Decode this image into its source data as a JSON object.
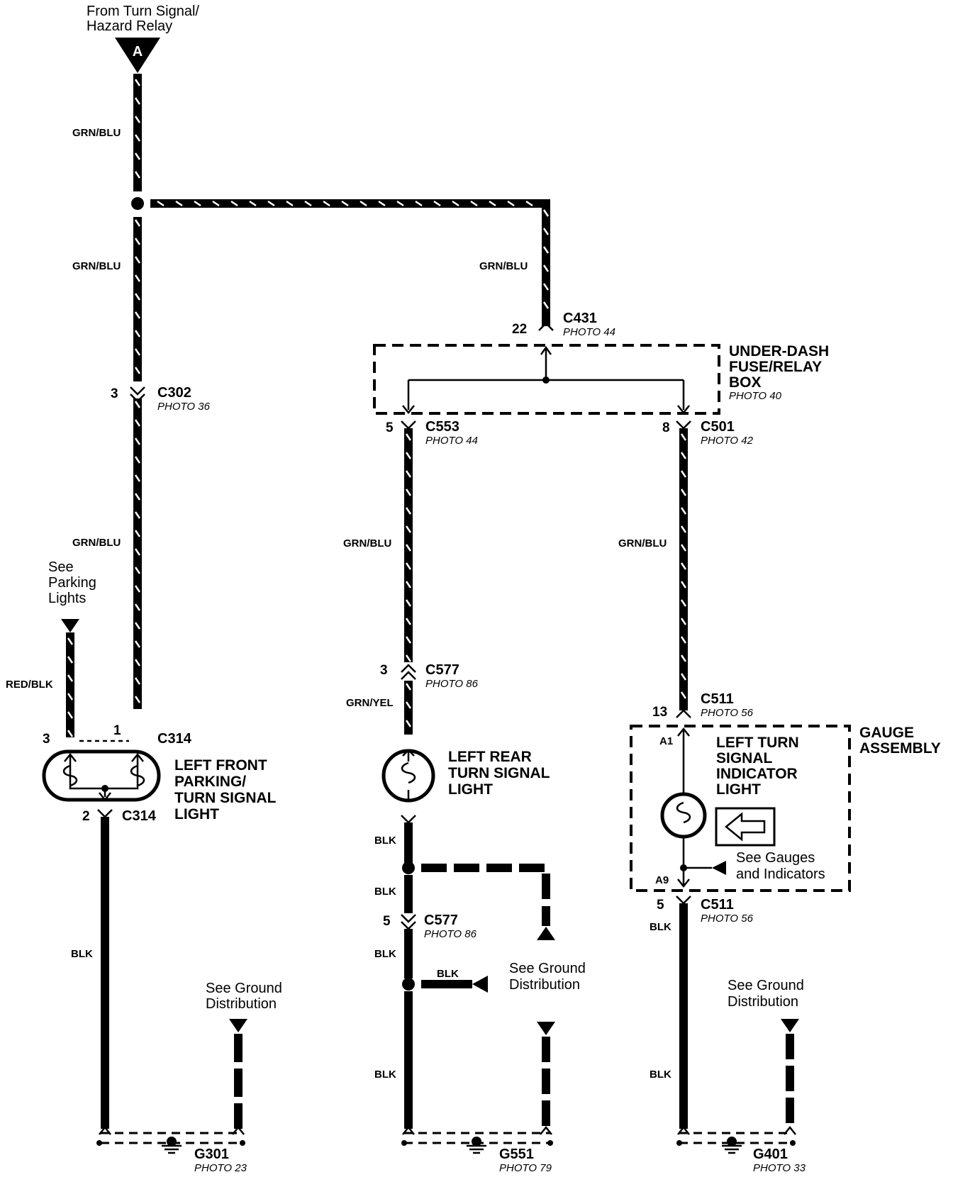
{
  "source": {
    "line1": "From Turn Signal/",
    "line2": "Hazard Relay",
    "marker": "A"
  },
  "wire_colors": {
    "grn_blu": "GRN/BLU",
    "grn_yel": "GRN/YEL",
    "red_blk": "RED/BLK",
    "blk": "BLK"
  },
  "connectors": {
    "c302": {
      "name": "C302",
      "photo": "PHOTO 36",
      "pin": "3"
    },
    "c314_top": {
      "name": "C314",
      "pin_left": "3",
      "pin_right": "1"
    },
    "c314_bottom": {
      "name": "C314",
      "pin": "2"
    },
    "c431": {
      "name": "C431",
      "photo": "PHOTO 44",
      "pin": "22"
    },
    "c553": {
      "name": "C553",
      "photo": "PHOTO 44",
      "pin": "5"
    },
    "c501": {
      "name": "C501",
      "photo": "PHOTO 42",
      "pin": "8"
    },
    "c577_top": {
      "name": "C577",
      "photo": "PHOTO 86",
      "pin": "3"
    },
    "c577_bottom": {
      "name": "C577",
      "photo": "PHOTO 86",
      "pin": "5"
    },
    "c511_top": {
      "name": "C511",
      "photo": "PHOTO 56",
      "pin": "13"
    },
    "c511_bottom": {
      "name": "C511",
      "photo": "PHOTO 56",
      "pin": "5"
    }
  },
  "components": {
    "fuse_box": {
      "line1": "UNDER-DASH",
      "line2": "FUSE/RELAY",
      "line3": "BOX",
      "photo": "PHOTO 40"
    },
    "front_light": {
      "line1": "LEFT FRONT",
      "line2": "PARKING/",
      "line3": "TURN SIGNAL",
      "line4": "LIGHT"
    },
    "rear_light": {
      "line1": "LEFT REAR",
      "line2": "TURN SIGNAL",
      "line3": "LIGHT"
    },
    "gauge": {
      "line1": "GAUGE",
      "line2": "ASSEMBLY",
      "pin_a1": "A1",
      "pin_a9": "A9"
    },
    "indicator": {
      "line1": "LEFT TURN",
      "line2": "SIGNAL",
      "line3": "INDICATOR",
      "line4": "LIGHT"
    }
  },
  "references": {
    "parking": {
      "line1": "See",
      "line2": "Parking",
      "line3": "Lights"
    },
    "ground_left": {
      "line1": "See Ground",
      "line2": "Distribution"
    },
    "ground_mid": {
      "line1": "See Ground",
      "line2": "Distribution"
    },
    "ground_right": {
      "line1": "See Ground",
      "line2": "Distribution"
    },
    "gauges": {
      "line1": "See Gauges",
      "line2": "and Indicators"
    }
  },
  "grounds": {
    "g301": {
      "name": "G301",
      "photo": "PHOTO 23"
    },
    "g551": {
      "name": "G551",
      "photo": "PHOTO 79"
    },
    "g401": {
      "name": "G401",
      "photo": "PHOTO 33"
    }
  }
}
